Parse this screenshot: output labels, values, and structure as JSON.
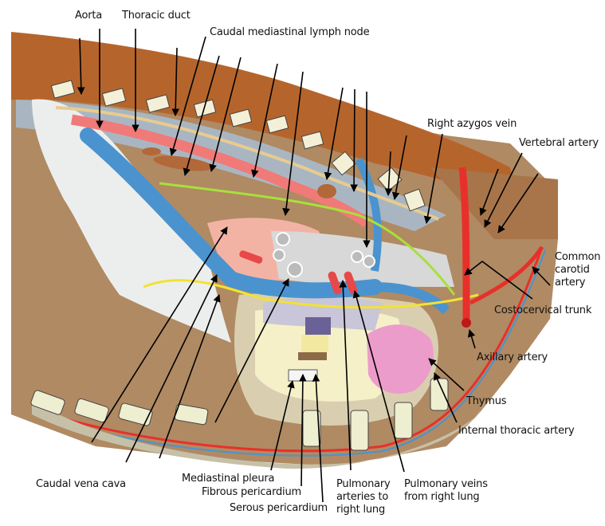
{
  "diagram": {
    "subject": "Right lateral view of the thoracic cavity (mediastinum)",
    "colors": {
      "epaxial_muscle": "#b5652c",
      "body_wall": "#b08a63",
      "lung_area": "#eceeee",
      "vertebra": "#f4f0d8",
      "artery": "#e8302a",
      "aorta": "#f07a78",
      "vein": "#4a93cf",
      "nerve_green": "#a8e03c",
      "nerve_yellow": "#f2e234",
      "trachea": "#d8d8d8",
      "thymus": "#ec9ccb",
      "lymph_node": "#b3683a",
      "pericardium": "#f5f0c8",
      "rib": "#eeeed0"
    }
  },
  "labels": {
    "aorta": "Aorta",
    "thoracic_duct": "Thoracic duct",
    "caudal_mediastinal_lymph_node": "Caudal mediastinal lymph node",
    "right_azygos_vein": "Right azygos vein",
    "vertebral_artery": "Vertebral artery",
    "common_carotid_artery": [
      "Common",
      "carotid",
      "artery"
    ],
    "costocervical_trunk": "Costocervical trunk",
    "axillary_artery": "Axillary artery",
    "thymus": "Thymus",
    "internal_thoracic_artery": "Internal thoracic artery",
    "caudal_vena_cava": "Caudal vena cava",
    "mediastinal_pleura": "Mediastinal pleura",
    "fibrous_pericardium": "Fibrous pericardium",
    "serous_pericardium": "Serous pericardium",
    "pulmonary_arteries": [
      "Pulmonary",
      "arteries to",
      "right lung"
    ],
    "pulmonary_veins": [
      "Pulmonary veins",
      "from right lung"
    ]
  }
}
